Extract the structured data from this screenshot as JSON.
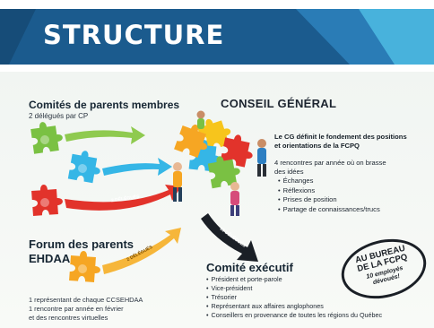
{
  "header": {
    "title": "STRUCTURE"
  },
  "comites": {
    "title": "Comités de parents membres",
    "subtitle": "2 délégués par CP"
  },
  "conseil": {
    "title": "CONSEIL GÉNÉRAL",
    "desc_line1": "Le CG définit le fondement des positions",
    "desc_line2": "et orientations de la FCPQ",
    "meetings_line1": "4 rencontres par année où on brasse",
    "meetings_line2": "des idées",
    "items": [
      "Échanges",
      "Réflexions",
      "Prises de position",
      "Partage de connaissances/trucs"
    ]
  },
  "forum": {
    "title_line1": "Forum des parents",
    "title_line2": "EHDAA",
    "note_line1": "1 représentant de chaque CCSEHDAA",
    "note_line2": "1 rencontre par année en février",
    "note_line3": "et des rencontres virtuelles"
  },
  "arrows": {
    "delegates_left": "2 DÉLÉGUÉS",
    "delegates_forum": "2 DÉLÉGUÉS",
    "delegates_down": "10 DÉLÉGUÉS"
  },
  "executif": {
    "title": "Comité exécutif",
    "items": [
      "Président et porte-parole",
      "Vice-président",
      "Trésorier",
      "Représentant aux affaires anglophones",
      "Conseillers en provenance de toutes les régions du Québec"
    ]
  },
  "stamp": {
    "line1": "AU BUREAU",
    "line2": "DE LA FCPQ",
    "line3": "10 employés",
    "line4": "dévoués!"
  },
  "colors": {
    "banner": "#1b5b8e",
    "banner_light": "#48b2dc",
    "green": "#7ac143",
    "cyan": "#35b6e6",
    "red": "#e2332b",
    "orange": "#f6a623",
    "yellow": "#f7c51c",
    "accent_red": "#b01e1e"
  }
}
